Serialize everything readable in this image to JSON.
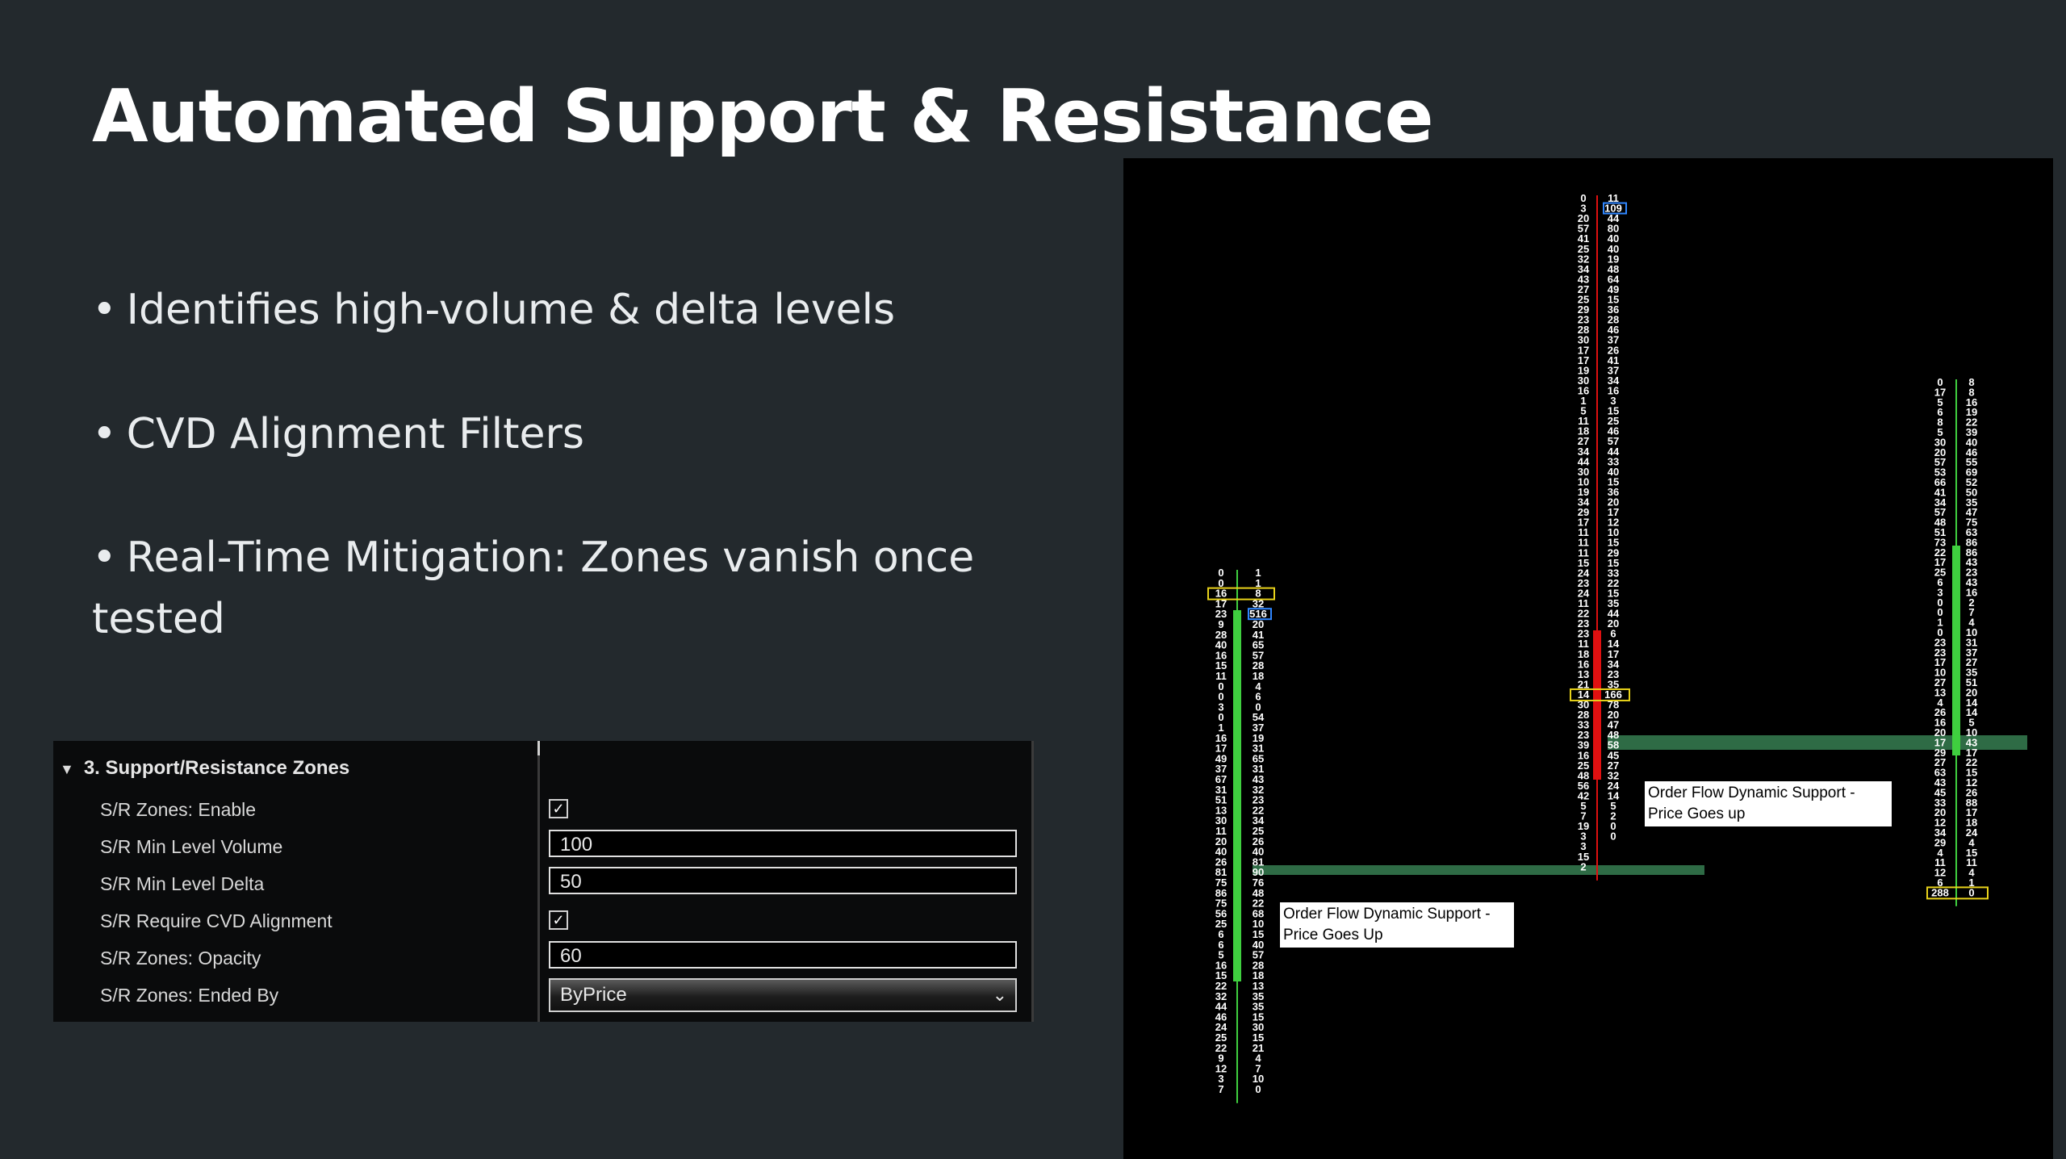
{
  "slide": {
    "title": "Automated Support & Resistance",
    "bullets": [
      "Identifies high-volume & delta levels",
      "CVD Alignment Filters",
      "Real-Time Mitigation: Zones vanish once tested"
    ]
  },
  "settings": {
    "section_title": "3. Support/Resistance Zones",
    "rows": [
      {
        "label": "S/R Zones: Enable",
        "type": "checkbox",
        "checked": true
      },
      {
        "label": "S/R Min Level Volume",
        "type": "text",
        "value": "100"
      },
      {
        "label": "S/R Min Level Delta",
        "type": "text",
        "value": "50"
      },
      {
        "label": "S/R Require CVD Alignment",
        "type": "checkbox",
        "checked": true
      },
      {
        "label": "S/R Zones: Opacity",
        "type": "text",
        "value": "60"
      },
      {
        "label": "S/R Zones: Ended By",
        "type": "select",
        "value": "ByPrice"
      }
    ]
  },
  "chart": {
    "annotations": [
      "Order Flow Dynamic Support - Price Goes Up",
      "Order Flow Dynamic Support - Price Goes up"
    ],
    "colors": {
      "zone": "#2e6b45",
      "bull_bar": "#3fcf3f",
      "bear_bar": "#e01010",
      "highlight_box": "#e8d21a",
      "imbalance_box": "#2f86ff",
      "text": "#ffffff"
    }
  },
  "chart_data": {
    "type": "table",
    "columns": [
      {
        "name": "footprint-1",
        "bid": [
          0,
          0,
          16,
          17,
          23,
          9,
          28,
          40,
          16,
          15,
          11,
          0,
          0,
          3,
          0,
          1,
          16,
          17,
          49,
          37,
          67,
          31,
          51,
          13,
          30,
          11,
          20,
          40,
          26,
          81,
          75,
          86,
          75,
          56,
          25,
          6,
          6,
          5,
          16,
          15,
          22,
          32,
          44,
          46,
          24,
          25,
          22,
          9,
          12,
          3,
          7
        ],
        "ask": [
          1,
          1,
          8,
          32,
          516,
          20,
          41,
          65,
          57,
          28,
          18,
          4,
          6,
          0,
          54,
          37,
          19,
          31,
          65,
          31,
          43,
          32,
          23,
          22,
          34,
          25,
          26,
          40,
          81,
          90,
          76,
          48,
          22,
          68,
          10,
          15,
          40,
          57,
          28,
          18,
          13,
          35,
          35,
          15,
          30,
          15,
          21,
          4,
          7,
          10,
          0
        ]
      },
      {
        "name": "footprint-2",
        "bid": [
          0,
          3,
          20,
          57,
          41,
          25,
          32,
          34,
          43,
          27,
          25,
          29,
          23,
          28,
          30,
          17,
          17,
          19,
          30,
          16,
          1,
          5,
          11,
          18,
          27,
          34,
          44,
          30,
          10,
          19,
          34,
          29,
          17,
          11,
          11,
          11,
          15,
          24,
          23,
          24,
          11,
          22,
          23,
          23,
          11,
          18,
          16,
          13,
          21,
          14,
          30,
          28,
          33,
          23,
          39,
          16,
          25,
          48,
          56,
          42,
          5,
          7,
          19,
          3,
          3,
          15,
          2
        ],
        "ask": [
          11,
          109,
          44,
          80,
          40,
          40,
          19,
          48,
          64,
          49,
          15,
          36,
          28,
          46,
          37,
          26,
          41,
          37,
          34,
          16,
          3,
          15,
          25,
          46,
          57,
          44,
          33,
          40,
          15,
          36,
          20,
          17,
          12,
          10,
          15,
          29,
          15,
          33,
          22,
          15,
          35,
          44,
          20,
          6,
          14,
          17,
          34,
          23,
          35,
          166,
          78,
          20,
          47,
          48,
          58,
          45,
          27,
          32,
          24,
          14,
          5,
          2,
          0,
          0
        ]
      },
      {
        "name": "footprint-3",
        "bid": [
          0,
          17,
          5,
          6,
          8,
          5,
          30,
          20,
          57,
          53,
          66,
          41,
          34,
          57,
          48,
          51,
          73,
          22,
          17,
          25,
          6,
          3,
          0,
          0,
          1,
          0,
          23,
          23,
          17,
          10,
          27,
          13,
          4,
          26,
          16,
          20,
          17,
          29,
          27,
          63,
          43,
          45,
          33,
          20,
          12,
          34,
          29,
          4,
          11,
          12,
          6,
          288
        ],
        "ask": [
          8,
          8,
          16,
          19,
          22,
          39,
          40,
          46,
          55,
          69,
          52,
          50,
          35,
          47,
          75,
          63,
          86,
          86,
          43,
          23,
          43,
          16,
          2,
          7,
          4,
          10,
          31,
          37,
          27,
          35,
          51,
          20,
          14,
          14,
          5,
          10,
          43,
          17,
          22,
          15,
          12,
          26,
          88,
          17,
          18,
          24,
          4,
          15,
          11,
          4,
          1,
          0
        ]
      }
    ],
    "zones": [
      "Order Flow Dynamic Support - Price Goes Up",
      "Order Flow Dynamic Support - Price Goes up"
    ]
  }
}
